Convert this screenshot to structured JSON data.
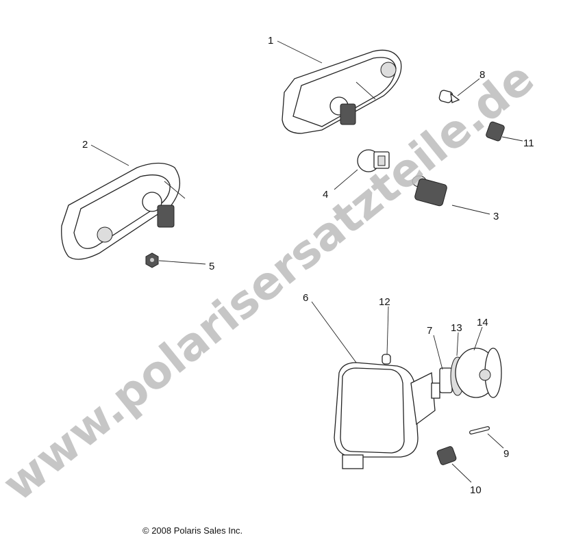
{
  "diagram": {
    "callouts": [
      "1",
      "2",
      "3",
      "4",
      "5",
      "6",
      "7",
      "8",
      "9",
      "10",
      "11",
      "12",
      "13",
      "14"
    ],
    "watermark": "www.polarisersatzteile.de",
    "copyright": "© 2008 Polaris Sales Inc."
  }
}
